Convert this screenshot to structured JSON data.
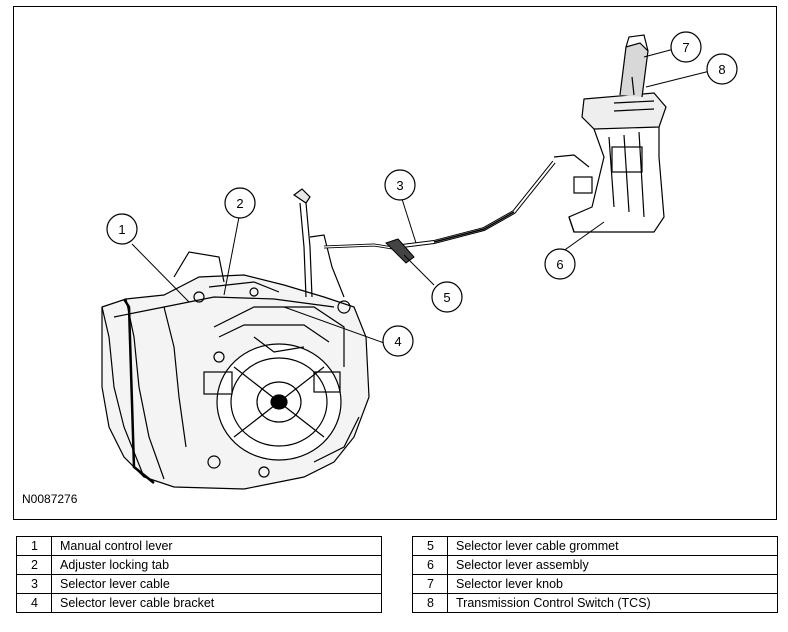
{
  "figure": {
    "id_label": "N0087276",
    "callouts": [
      "1",
      "2",
      "3",
      "4",
      "5",
      "6",
      "7",
      "8"
    ]
  },
  "legend": {
    "left": [
      {
        "num": "1",
        "label": "Manual control lever"
      },
      {
        "num": "2",
        "label": "Adjuster locking tab"
      },
      {
        "num": "3",
        "label": "Selector lever cable"
      },
      {
        "num": "4",
        "label": "Selector lever cable bracket"
      }
    ],
    "right": [
      {
        "num": "5",
        "label": "Selector lever cable grommet"
      },
      {
        "num": "6",
        "label": "Selector lever assembly"
      },
      {
        "num": "7",
        "label": "Selector lever knob"
      },
      {
        "num": "8",
        "label": "Transmission Control Switch (TCS)"
      }
    ]
  }
}
